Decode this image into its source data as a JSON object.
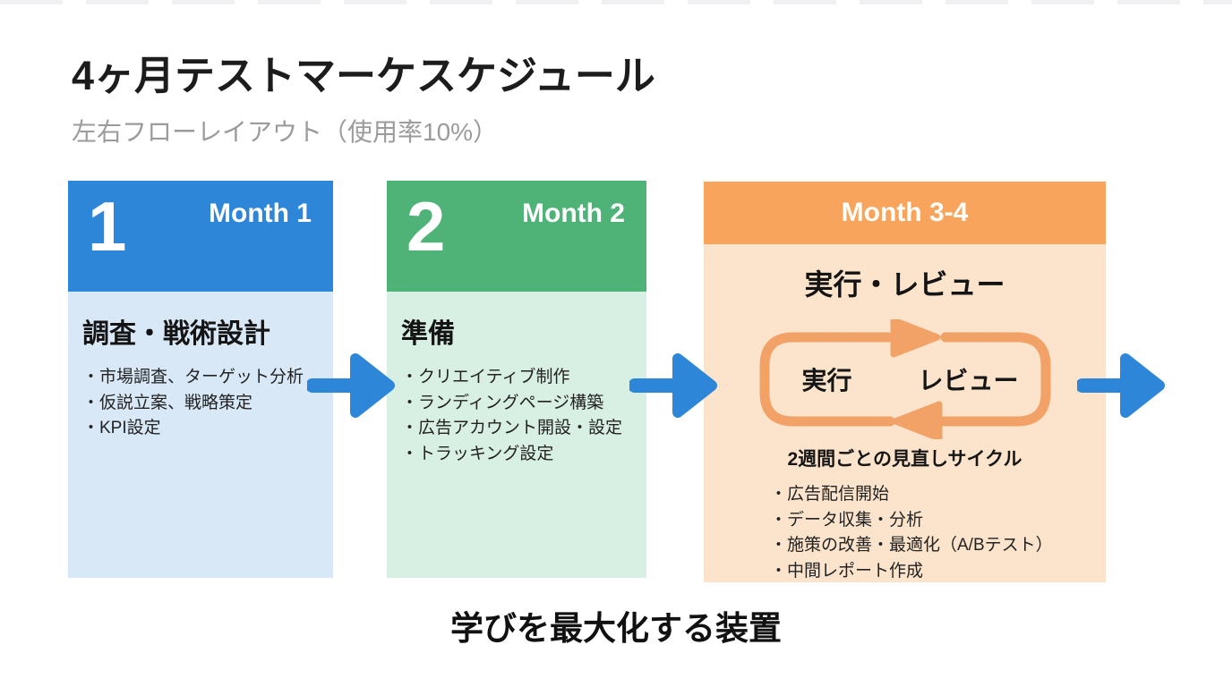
{
  "page": {
    "title": "4ヶ月テストマーケスケジュール",
    "subtitle": "左右フローレイアウト（使用率10%）",
    "footer": "学びを最大化する装置"
  },
  "colors": {
    "month1_header": "#2e86d8",
    "month1_body": "#d8e8f7",
    "month2_header": "#4fb377",
    "month2_body": "#d8efe4",
    "month34_header": "#f9a45c",
    "month34_body": "#fce4cc",
    "flow_arrow": "#2e86d8",
    "cycle_loop": "#f2a266"
  },
  "columns": [
    {
      "number": "1",
      "month": "Month 1",
      "heading": "調査・戦術設計",
      "bullets": [
        "・市場調査、ターゲット分析",
        "・仮説立案、戦略策定",
        "・KPI設定"
      ]
    },
    {
      "number": "2",
      "month": "Month 2",
      "heading": "準備",
      "bullets": [
        "・クリエイティブ制作",
        "・ランディングページ構築",
        "・広告アカウント開設・設定",
        "・トラッキング設定"
      ]
    },
    {
      "month": "Month 3-4",
      "heading": "実行・レビュー",
      "cycle": {
        "left_label": "実行",
        "right_label": "レビュー",
        "caption": "2週間ごとの見直しサイクル"
      },
      "bullets": [
        "・広告配信開始",
        "・データ収集・分析",
        "・施策の改善・最適化（A/Bテスト）",
        "・中間レポート作成"
      ]
    }
  ]
}
